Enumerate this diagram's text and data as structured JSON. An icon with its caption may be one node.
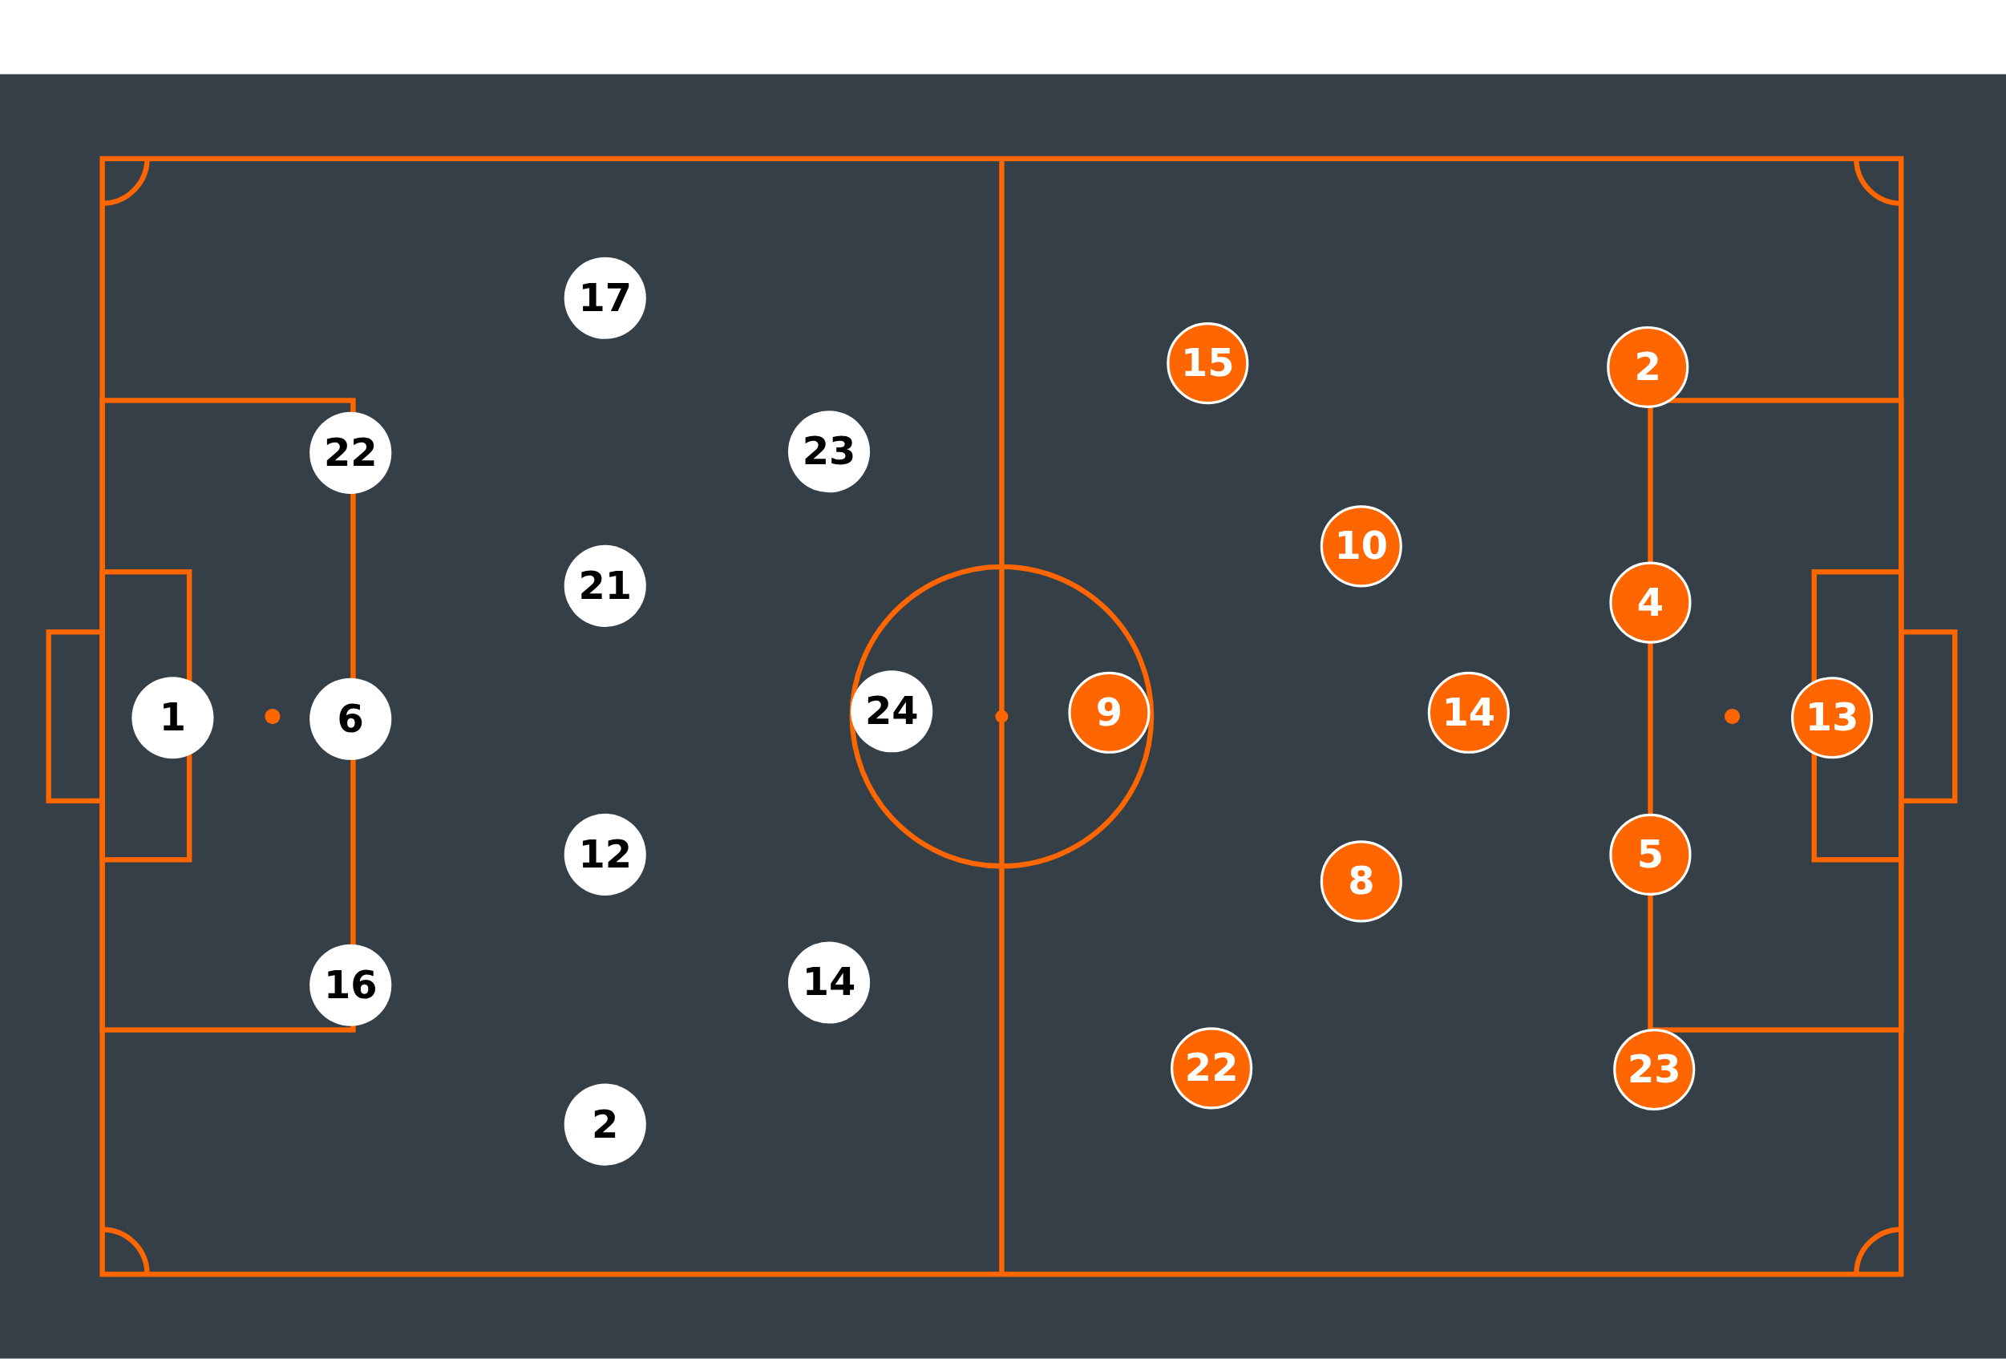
{
  "diagram": {
    "nodes": [
      {
        "text": [
          "1"
        ]
      },
      {
        "text": [
          "22"
        ]
      },
      {
        "text": [
          "6"
        ]
      },
      {
        "text": [
          "16"
        ]
      },
      {
        "text": [
          "17"
        ]
      },
      {
        "text": [
          "21"
        ]
      },
      {
        "text": [
          "12"
        ]
      },
      {
        "text": [
          "2"
        ]
      },
      {
        "text": [
          "23"
        ]
      },
      {
        "text": [
          "14"
        ]
      },
      {
        "text": [
          "24"
        ]
      },
      {
        "text": [
          "9"
        ]
      },
      {
        "text": [
          "15"
        ]
      },
      {
        "text": [
          "22"
        ]
      },
      {
        "text": [
          "10"
        ]
      },
      {
        "text": [
          "8"
        ]
      },
      {
        "text": [
          "14"
        ]
      },
      {
        "text": [
          "2"
        ]
      },
      {
        "text": [
          "4"
        ]
      },
      {
        "text": [
          "5"
        ]
      },
      {
        "text": [
          "23"
        ]
      },
      {
        "text": [
          "13"
        ]
      }
    ]
  }
}
